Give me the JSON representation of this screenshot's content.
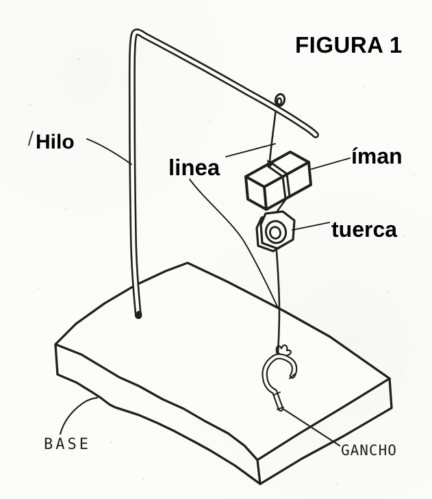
{
  "figure": {
    "title": "FIGURA 1"
  },
  "labels": {
    "hilo": "Hilo",
    "linea": "linea",
    "iman": "íman",
    "tuerca": "tuerca",
    "base": "BASE",
    "gancho": "GANCHO"
  },
  "colors": {
    "ink": "#1f1f1f",
    "label_text": "#000000",
    "paper_background": "#fcfcfa"
  }
}
